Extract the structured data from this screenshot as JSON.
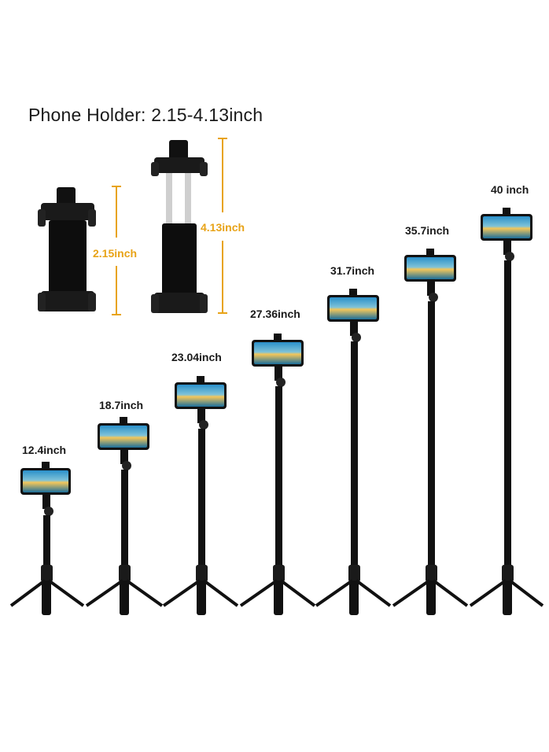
{
  "header": {
    "title": "Phone Holder: 2.15-4.13inch"
  },
  "holder": {
    "min_label": "2.15inch",
    "max_label": "4.13inch",
    "accent_color": "#e8a317"
  },
  "heights": [
    {
      "label": "12.4inch"
    },
    {
      "label": "18.7inch"
    },
    {
      "label": "23.04inch"
    },
    {
      "label": "27.36inch"
    },
    {
      "label": "31.7inch"
    },
    {
      "label": "35.7inch"
    },
    {
      "label": "40 inch"
    }
  ],
  "icons": [
    "phone-holder-icon",
    "selfie-stick-tripod-icon",
    "smartphone-icon"
  ]
}
